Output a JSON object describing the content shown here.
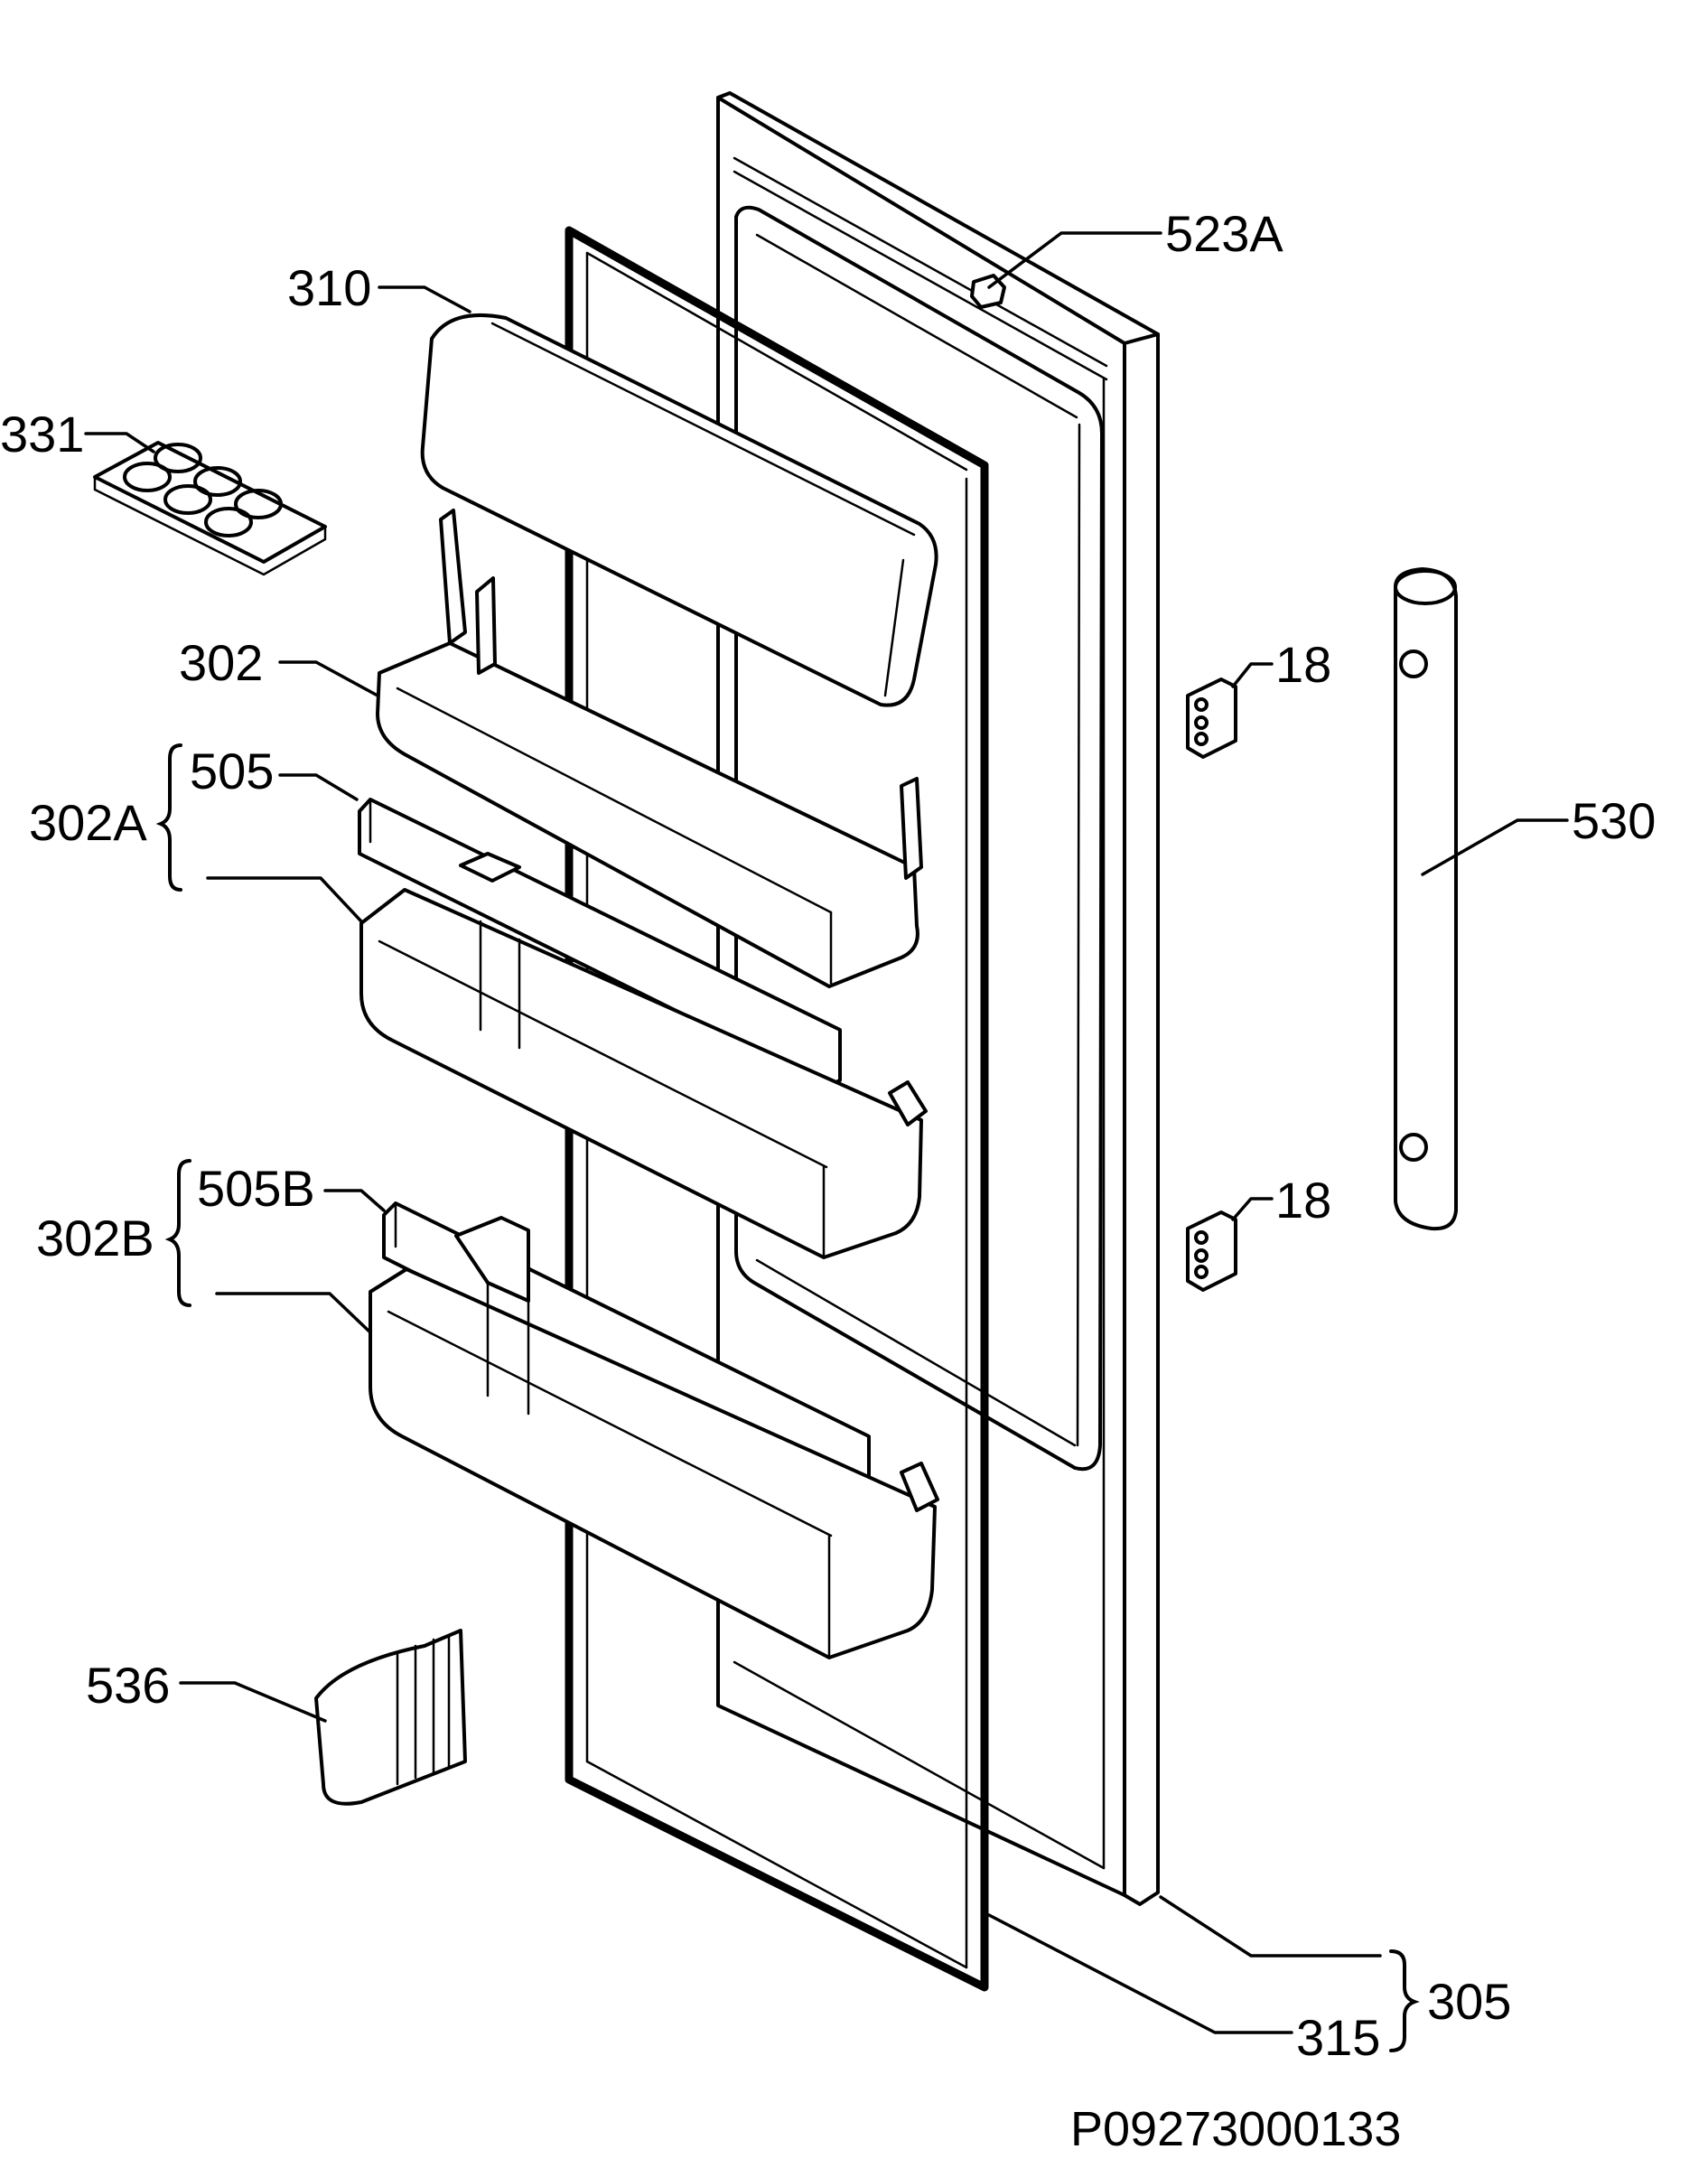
{
  "callouts": {
    "c310": "310",
    "c331": "331",
    "c302": "302",
    "c302A": "302A",
    "c505": "505",
    "c302B": "302B",
    "c505B": "505B",
    "c536": "536",
    "c523A": "523A",
    "c18_upper": "18",
    "c18_lower": "18",
    "c530": "530",
    "c315": "315",
    "c305": "305"
  },
  "drawing_code": "P09273000133",
  "colors": {
    "ink": "#000000",
    "paper": "#ffffff"
  }
}
